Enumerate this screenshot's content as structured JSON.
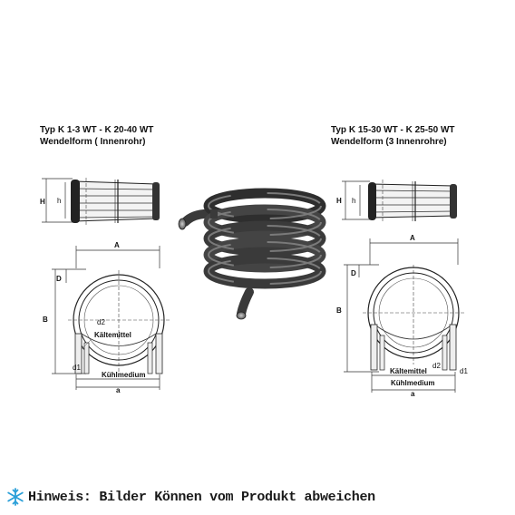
{
  "left_drawing": {
    "caption_line1": "Typ K 1-3 WT - K 20-40 WT",
    "caption_line2": "Wendelform ( Innenrohr)",
    "dims": {
      "H": "H",
      "h": "h",
      "A": "A",
      "B": "B",
      "D": "D",
      "d1": "d1",
      "a": "a",
      "d2": "d2"
    },
    "coolant_label": "Kältemittel",
    "cooling_medium_label": "Kühlmedium"
  },
  "right_drawing": {
    "caption_line1": "Typ K 15-30 WT - K 25-50 WT",
    "caption_line2": "Wendelform (3 Innenrohre)",
    "dims": {
      "H": "H",
      "h": "h",
      "A": "A",
      "B": "B",
      "D": "D",
      "d1": "d1",
      "a": "a",
      "d2": "d2"
    },
    "coolant_label": "Kältemittel",
    "cooling_medium_label": "Kühlmedium"
  },
  "notice": {
    "icon": "snowflake-icon",
    "text": "Hinweis: Bilder Können vom Produkt abweichen",
    "icon_color": "#2a9fd8"
  }
}
